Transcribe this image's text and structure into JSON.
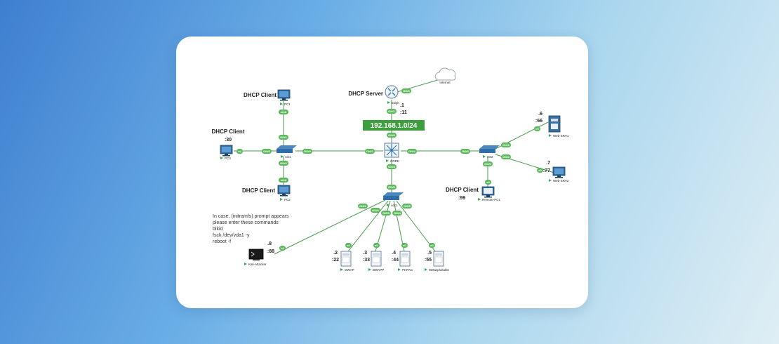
{
  "colors": {
    "accent_green": "#5cb85c",
    "link_green": "#4a9a4a",
    "switch_blue": "#2f6fa8"
  },
  "network_label": "192.168.1.0/24",
  "notes": {
    "initramfs": [
      "In case, (initramfs) prompt appears",
      "please enter these commands",
      "blkid",
      "fsck /dev/vda1 -y",
      "reboot -f"
    ]
  },
  "nodes": {
    "internet": {
      "name": "Internet",
      "icon": "cloud-icon"
    },
    "edge": {
      "name": "Edge",
      "role": "DHCP Server",
      "ip": ".1",
      "port": ":11",
      "icon": "router-icon"
    },
    "core": {
      "name": "CORE",
      "icon": "core-switch-icon"
    },
    "as1": {
      "name": "AS1",
      "icon": "switch-icon"
    },
    "as2": {
      "name": "AS2",
      "icon": "switch-icon"
    },
    "as3": {
      "name": "AS3",
      "icon": "switch-icon"
    },
    "pc1": {
      "name": "PC1",
      "role": "DHCP Client",
      "icon": "monitor-icon"
    },
    "pc2": {
      "name": "PC2",
      "role": "DHCP Client",
      "icon": "monitor-icon"
    },
    "pc3": {
      "name": "PC3",
      "role": "DHCP Client",
      "port": ":30",
      "icon": "monitor-icon"
    },
    "remote_pc1": {
      "name": "Remote-PC1",
      "role": "DHCP Client",
      "port": ":99",
      "icon": "monitor-icon"
    },
    "web_srv1": {
      "name": "Web-SRV1",
      "ip": ".6",
      "port": ":66",
      "icon": "server-icon"
    },
    "web_srv2": {
      "name": "Web-SRV2",
      "ip": ".7",
      "port": ":77",
      "icon": "monitor-icon"
    },
    "kali": {
      "name": "Kali-Attacker",
      "ip": ".8",
      "port": ":88",
      "icon": "terminal-icon"
    },
    "owap": {
      "name": "OWAP",
      "ip": ".2",
      "port": ":22",
      "icon": "server-icon"
    },
    "bwapp": {
      "name": "BWAPP",
      "ip": ".3",
      "port": ":33",
      "icon": "server-icon"
    },
    "phpac": {
      "name": "PHPAC",
      "ip": ".4",
      "port": ":44",
      "icon": "server-icon"
    },
    "metasploitable": {
      "name": "Metasploitable",
      "ip": ".5",
      "port": ":55",
      "icon": "server-icon"
    }
  },
  "ports": {
    "edge_out": "Gi0/0",
    "edge_in": "Gi0/1",
    "core_up": "Gi0/0",
    "core_w": "Gi0/1",
    "as1_e": "Gi0/0",
    "as1_w": "Gi0/3",
    "pc3": "e0",
    "as1_n": "Gi0/1",
    "pc1": "eth0",
    "as1_s": "Gi0/2",
    "pc2": "eth0",
    "core_e": "Gi0/2",
    "as2_w": "Gi0/0",
    "as2_ne": "Gi0/1",
    "srv1": "e0",
    "as2_se": "Gi0/2",
    "srv2": "e0",
    "as2_s": "Gi0/3",
    "rpc1": "e0",
    "core_s": "Gi0/3",
    "as3_n": "Gi0/0",
    "as3_1": "Gi0/1",
    "kali": "e0",
    "as3_2": "Gi0/2",
    "owap": "e0",
    "as3_3": "Gi0/3",
    "bwapp": "e0",
    "as3_4": "Gi0/4",
    "phpac": "e0",
    "as3_5": "Gi0/5",
    "meta": "e0"
  }
}
